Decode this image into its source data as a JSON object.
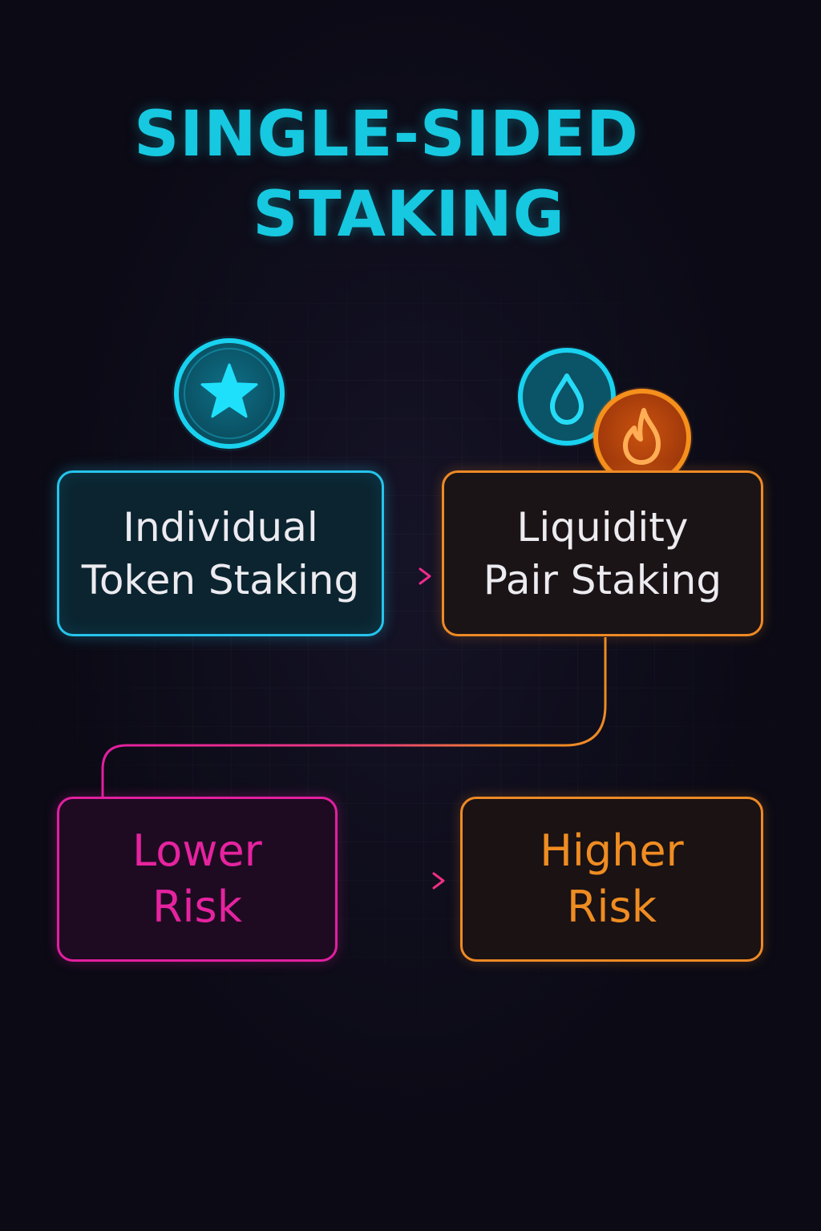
{
  "title": {
    "line1": "SINGLE-SIDED",
    "line2": "STAKING"
  },
  "nodes": {
    "individual": {
      "line1": "Individual",
      "line2": "Token Staking",
      "icon": "star-icon"
    },
    "liquidity": {
      "line1": "Liquidity",
      "line2": "Pair Staking",
      "icons": [
        "droplet-icon",
        "flame-icon"
      ]
    },
    "lower_risk": {
      "line1": "Lower",
      "line2": "Risk"
    },
    "higher_risk": {
      "line1": "Higher",
      "line2": "Risk"
    }
  },
  "colors": {
    "background": "#0b0a15",
    "cyan": "#16c8e0",
    "orange": "#ee8a25",
    "magenta": "#e21fa0",
    "node_text": "#ecebf0"
  }
}
